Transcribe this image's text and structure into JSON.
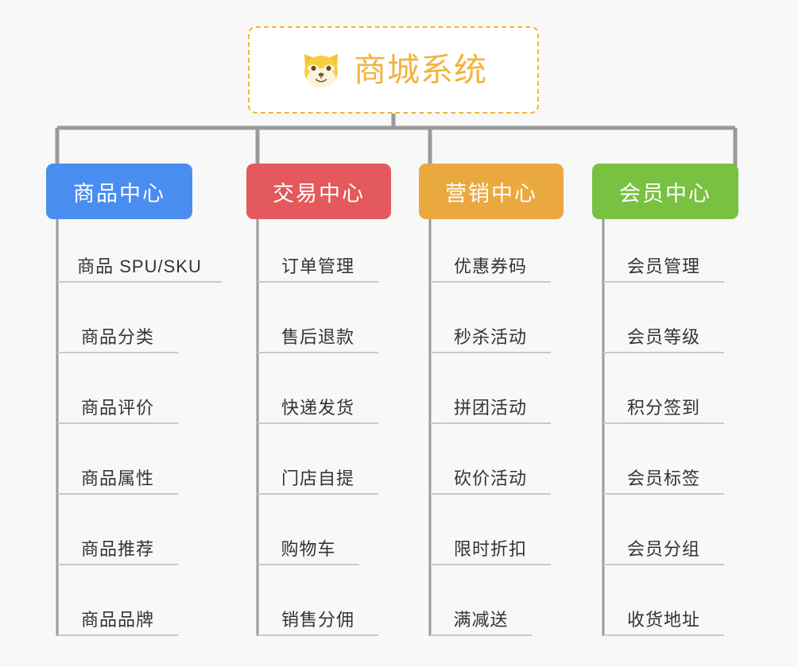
{
  "diagram": {
    "type": "mindmap",
    "background_color": "#f8f8f8",
    "root": {
      "title": "商城系统",
      "icon": "shiba-dog-face-emoji",
      "text_color": "#f2b33d",
      "border_color": "#f2b33d",
      "fill_color": "#ffffff"
    },
    "connector_color": "#9a9a9a",
    "leaf_underline_color": "#c9c9c9",
    "leaf_text_color": "#333333",
    "branches": [
      {
        "label": "商品中心",
        "color": "#4a8df0",
        "items": [
          "商品 SPU/SKU",
          "商品分类",
          "商品评价",
          "商品属性",
          "商品推荐",
          "商品品牌"
        ]
      },
      {
        "label": "交易中心",
        "color": "#e4595b",
        "items": [
          "订单管理",
          "售后退款",
          "快递发货",
          "门店自提",
          "购物车",
          "销售分佣"
        ]
      },
      {
        "label": "营销中心",
        "color": "#eaa93f",
        "items": [
          "优惠券码",
          "秒杀活动",
          "拼团活动",
          "砍价活动",
          "限时折扣",
          "满减送"
        ]
      },
      {
        "label": "会员中心",
        "color": "#79c141",
        "items": [
          "会员管理",
          "会员等级",
          "积分签到",
          "会员标签",
          "会员分组",
          "收货地址"
        ]
      }
    ]
  }
}
